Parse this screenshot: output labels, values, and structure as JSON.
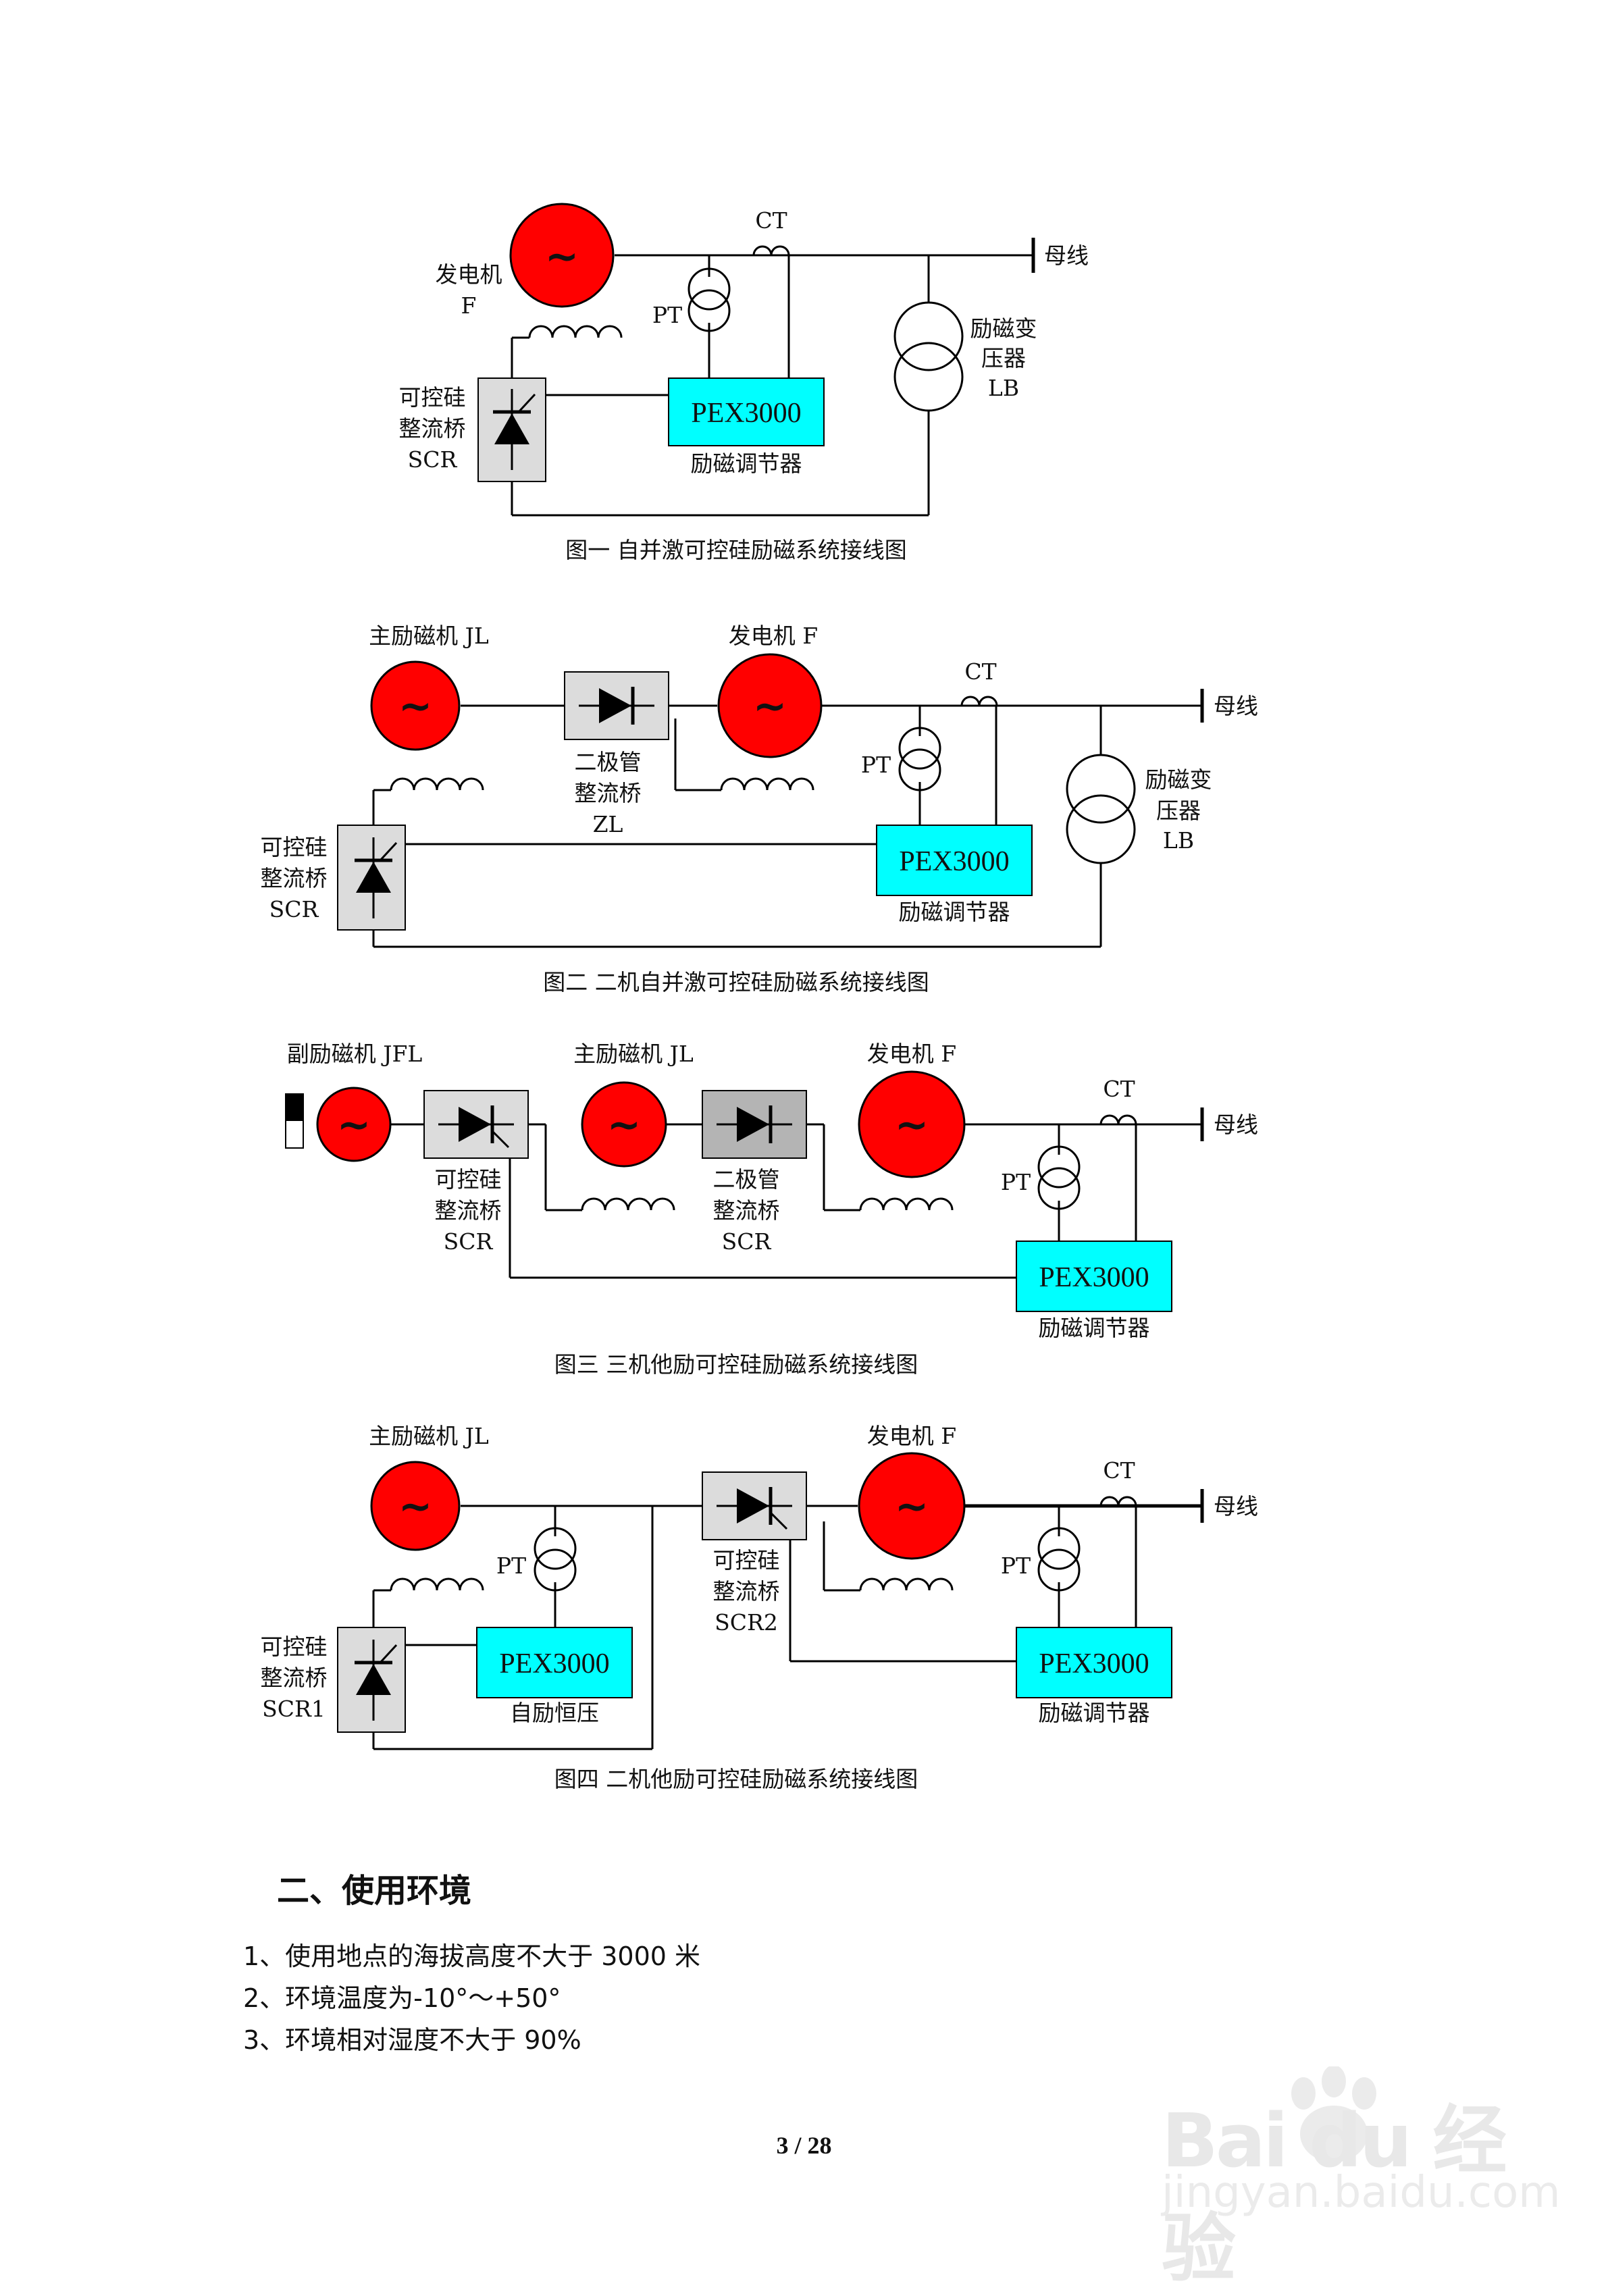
{
  "figures": [
    {
      "caption": "图一 自并激可控硅励磁系统接线图",
      "generator": {
        "name": "发电机",
        "code": "F"
      },
      "ct": "CT",
      "pt": "PT",
      "busbar": "母线",
      "transformer": {
        "line1": "励磁变",
        "line2": "压器",
        "code": "LB"
      },
      "scr": {
        "line1": "可控硅",
        "line2": "整流桥",
        "code": "SCR"
      },
      "regulator": {
        "model": "PEX3000",
        "name": "励磁调节器"
      }
    },
    {
      "caption": "图二 二机自并激可控硅励磁系统接线图",
      "main_exciter": "主励磁机 JL",
      "generator": "发电机 F",
      "ct": "CT",
      "pt": "PT",
      "busbar": "母线",
      "diode_bridge": {
        "line1": "二极管",
        "line2": "整流桥",
        "code": "ZL"
      },
      "transformer": {
        "line1": "励磁变",
        "line2": "压器",
        "code": "LB"
      },
      "scr": {
        "line1": "可控硅",
        "line2": "整流桥",
        "code": "SCR"
      },
      "regulator": {
        "model": "PEX3000",
        "name": "励磁调节器"
      }
    },
    {
      "caption": "图三 三机他励可控硅励磁系统接线图",
      "sub_exciter": "副励磁机 JFL",
      "main_exciter": "主励磁机 JL",
      "generator": "发电机 F",
      "ct": "CT",
      "pt": "PT",
      "busbar": "母线",
      "scr": {
        "line1": "可控硅",
        "line2": "整流桥",
        "code": "SCR"
      },
      "diode_bridge": {
        "line1": "二极管",
        "line2": "整流桥",
        "code": "SCR"
      },
      "regulator": {
        "model": "PEX3000",
        "name": "励磁调节器"
      }
    },
    {
      "caption": "图四 二机他励可控硅励磁系统接线图",
      "main_exciter": "主励磁机 JL",
      "generator": "发电机 F",
      "ct": "CT",
      "pt1": "PT",
      "pt2": "PT",
      "busbar": "母线",
      "scr1": {
        "line1": "可控硅",
        "line2": "整流桥",
        "code": "SCR1"
      },
      "scr2": {
        "line1": "可控硅",
        "line2": "整流桥",
        "code": "SCR2"
      },
      "self_reg": {
        "model": "PEX3000",
        "name": "自励恒压"
      },
      "regulator": {
        "model": "PEX3000",
        "name": "励磁调节器"
      }
    }
  ],
  "section": {
    "title": "二、使用环境",
    "items": [
      "1、使用地点的海拔高度不大于 3000 米",
      "2、环境温度为-10°～+50°",
      "3、环境相对湿度不大于 90%"
    ]
  },
  "page_number": "3 / 28",
  "watermark": {
    "main": "Bai du 经验",
    "sub": "jingyan.baidu.com"
  },
  "colors": {
    "generator": "#ff0000",
    "regulator": "#00ffff",
    "bridge": "#dcdcdc",
    "bridge_dark": "#b4b4b4"
  },
  "tilde_symbol": "~"
}
